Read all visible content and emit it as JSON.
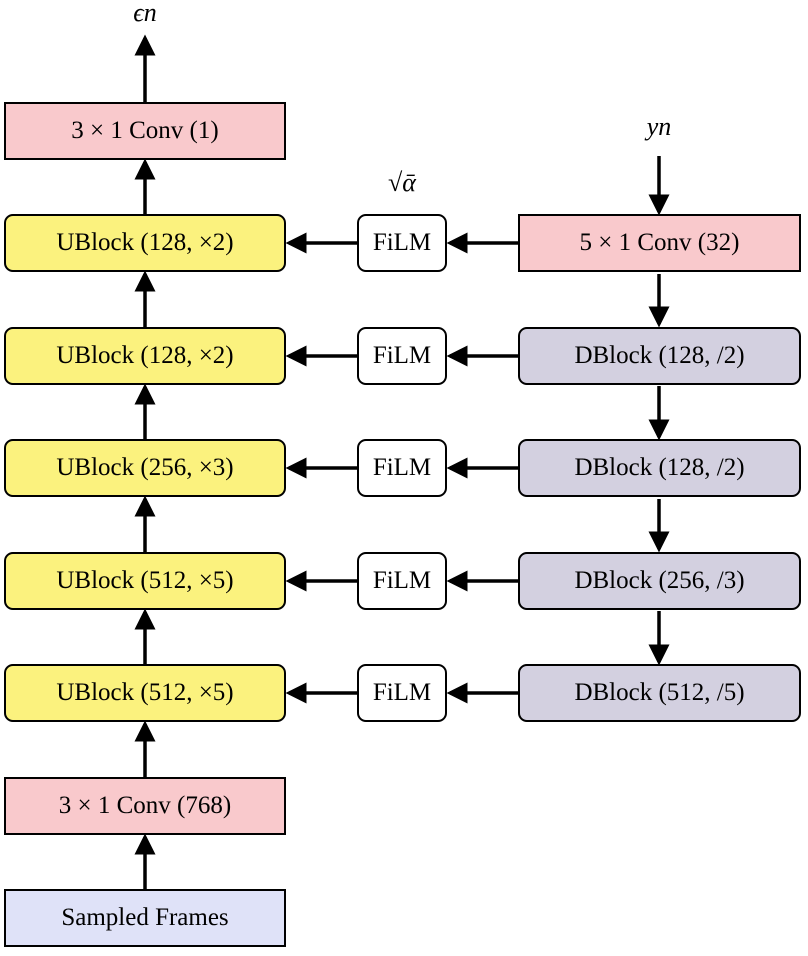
{
  "labels": {
    "output": "ϵn",
    "noise_level": "√ᾱ",
    "input": "yn"
  },
  "main_branch": {
    "output_conv": "3 × 1 Conv (1)",
    "ublocks": [
      "UBlock (128, ×2)",
      "UBlock (128, ×2)",
      "UBlock (256, ×3)",
      "UBlock (512, ×5)",
      "UBlock (512, ×5)"
    ],
    "input_conv": "3 × 1 Conv (768)",
    "frames": "Sampled Frames"
  },
  "film_label": "FiLM",
  "conditioning_branch": {
    "input_conv": "5 × 1 Conv (32)",
    "dblocks": [
      "DBlock (128, /2)",
      "DBlock (128, /2)",
      "DBlock (256, /3)",
      "DBlock (512, /5)"
    ]
  },
  "colors": {
    "conv": "#f9c9cc",
    "ublock": "#fbf27e",
    "dblock": "#d3d0e0",
    "film": "#ffffff",
    "frames": "#dfe2f8"
  }
}
